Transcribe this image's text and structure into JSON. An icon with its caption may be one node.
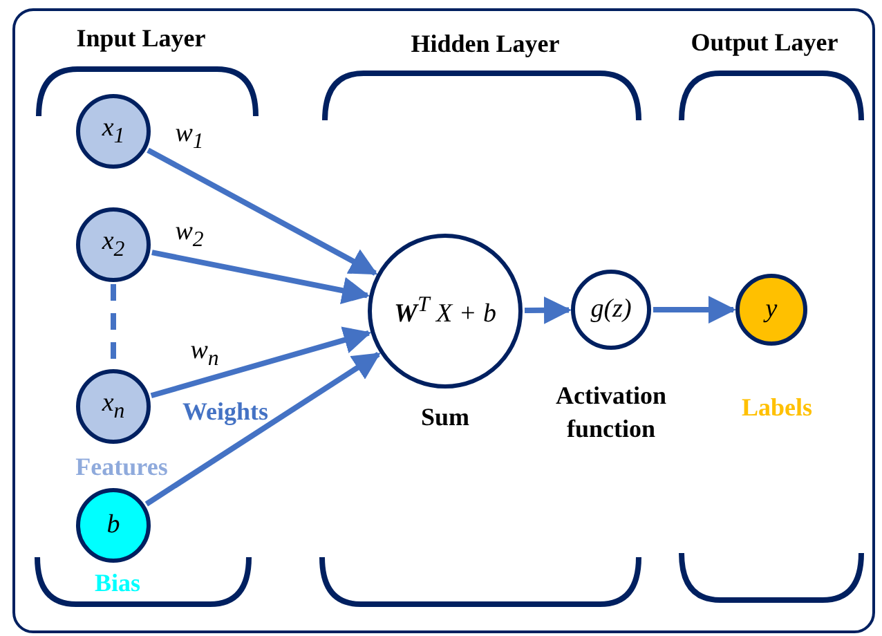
{
  "diagram": {
    "nodes": [
      {
        "text": [
          "x$_{1}$"
        ]
      },
      {
        "text": [
          "x$_{2}$"
        ]
      },
      {
        "text": [
          "x$_{n}$"
        ]
      },
      {
        "text": [
          "b"
        ],
        "beside": [
          "Bias"
        ]
      },
      {
        "text": [
          "**W**$^{T}$ X + b"
        ],
        "beside": [
          "Sum"
        ]
      },
      {
        "text": [
          "g(z)"
        ],
        "beside": [
          "Activation function"
        ]
      },
      {
        "text": [
          "y"
        ],
        "beside": [
          "Labels"
        ]
      }
    ],
    "edges": [
      {
        "from": 0,
        "to": 4,
        "arrow": "to",
        "label": "w$_{1}$"
      },
      {
        "from": 1,
        "to": 4,
        "arrow": "to",
        "label": "w$_{2}$"
      },
      {
        "from": 1,
        "to": 2,
        "arrow": "none",
        "style": "dashed"
      },
      {
        "from": 2,
        "to": 4,
        "arrow": "to",
        "label": "w$_{n}$"
      },
      {
        "from": 3,
        "to": 4,
        "arrow": "to"
      },
      {
        "from": 4,
        "to": 5,
        "arrow": "to"
      },
      {
        "from": 5,
        "to": 6,
        "arrow": "to"
      }
    ],
    "labels": [
      "Input Layer",
      "Hidden Layer",
      "Output Layer",
      "Weights",
      "Features"
    ]
  }
}
